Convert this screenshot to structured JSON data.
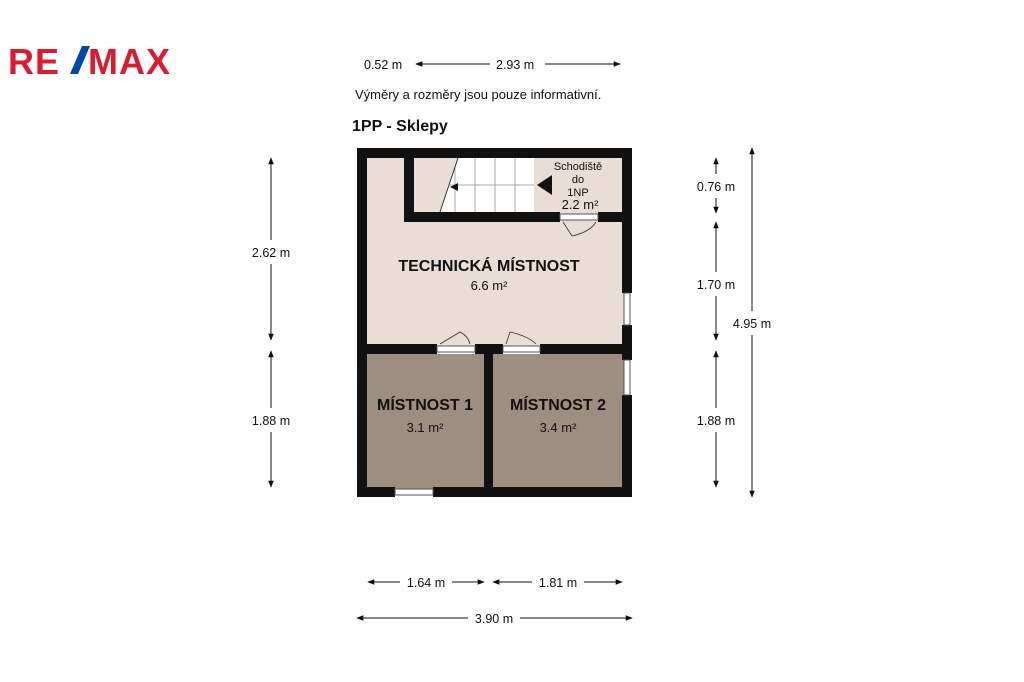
{
  "logo": {
    "text": "RE/MAX",
    "part1": "RE",
    "slash": "/",
    "part2": "MAX",
    "red": "#dc1c2e",
    "blue": "#0046ad"
  },
  "header": {
    "dim_top_left": "0.52 m",
    "dim_top_right": "2.93 m",
    "disclaimer": "Výměry a rozměry jsou pouze informativní.",
    "floor_title": "1PP - Sklepy"
  },
  "rooms": {
    "stairs": {
      "name_line1": "Schodiště",
      "name_line2": "do",
      "name_line3": "1NP",
      "area": "2.2 m²"
    },
    "technical": {
      "name": "TECHNICKÁ MÍSTNOST",
      "area": "6.6 m²"
    },
    "room1": {
      "name": "MÍSTNOST 1",
      "area": "3.1 m²"
    },
    "room2": {
      "name": "MÍSTNOST 2",
      "area": "3.4 m²"
    }
  },
  "dimensions": {
    "left_upper": "2.62 m",
    "left_lower": "1.88 m",
    "right_top": "0.76 m",
    "right_mid": "1.70 m",
    "right_lower": "1.88 m",
    "right_total": "4.95 m",
    "bottom_left": "1.64 m",
    "bottom_right": "1.81 m",
    "bottom_total": "3.90 m"
  },
  "colors": {
    "light_floor": "#e8ded5",
    "dark_floor": "#9e8e80",
    "wall": "#111111"
  }
}
